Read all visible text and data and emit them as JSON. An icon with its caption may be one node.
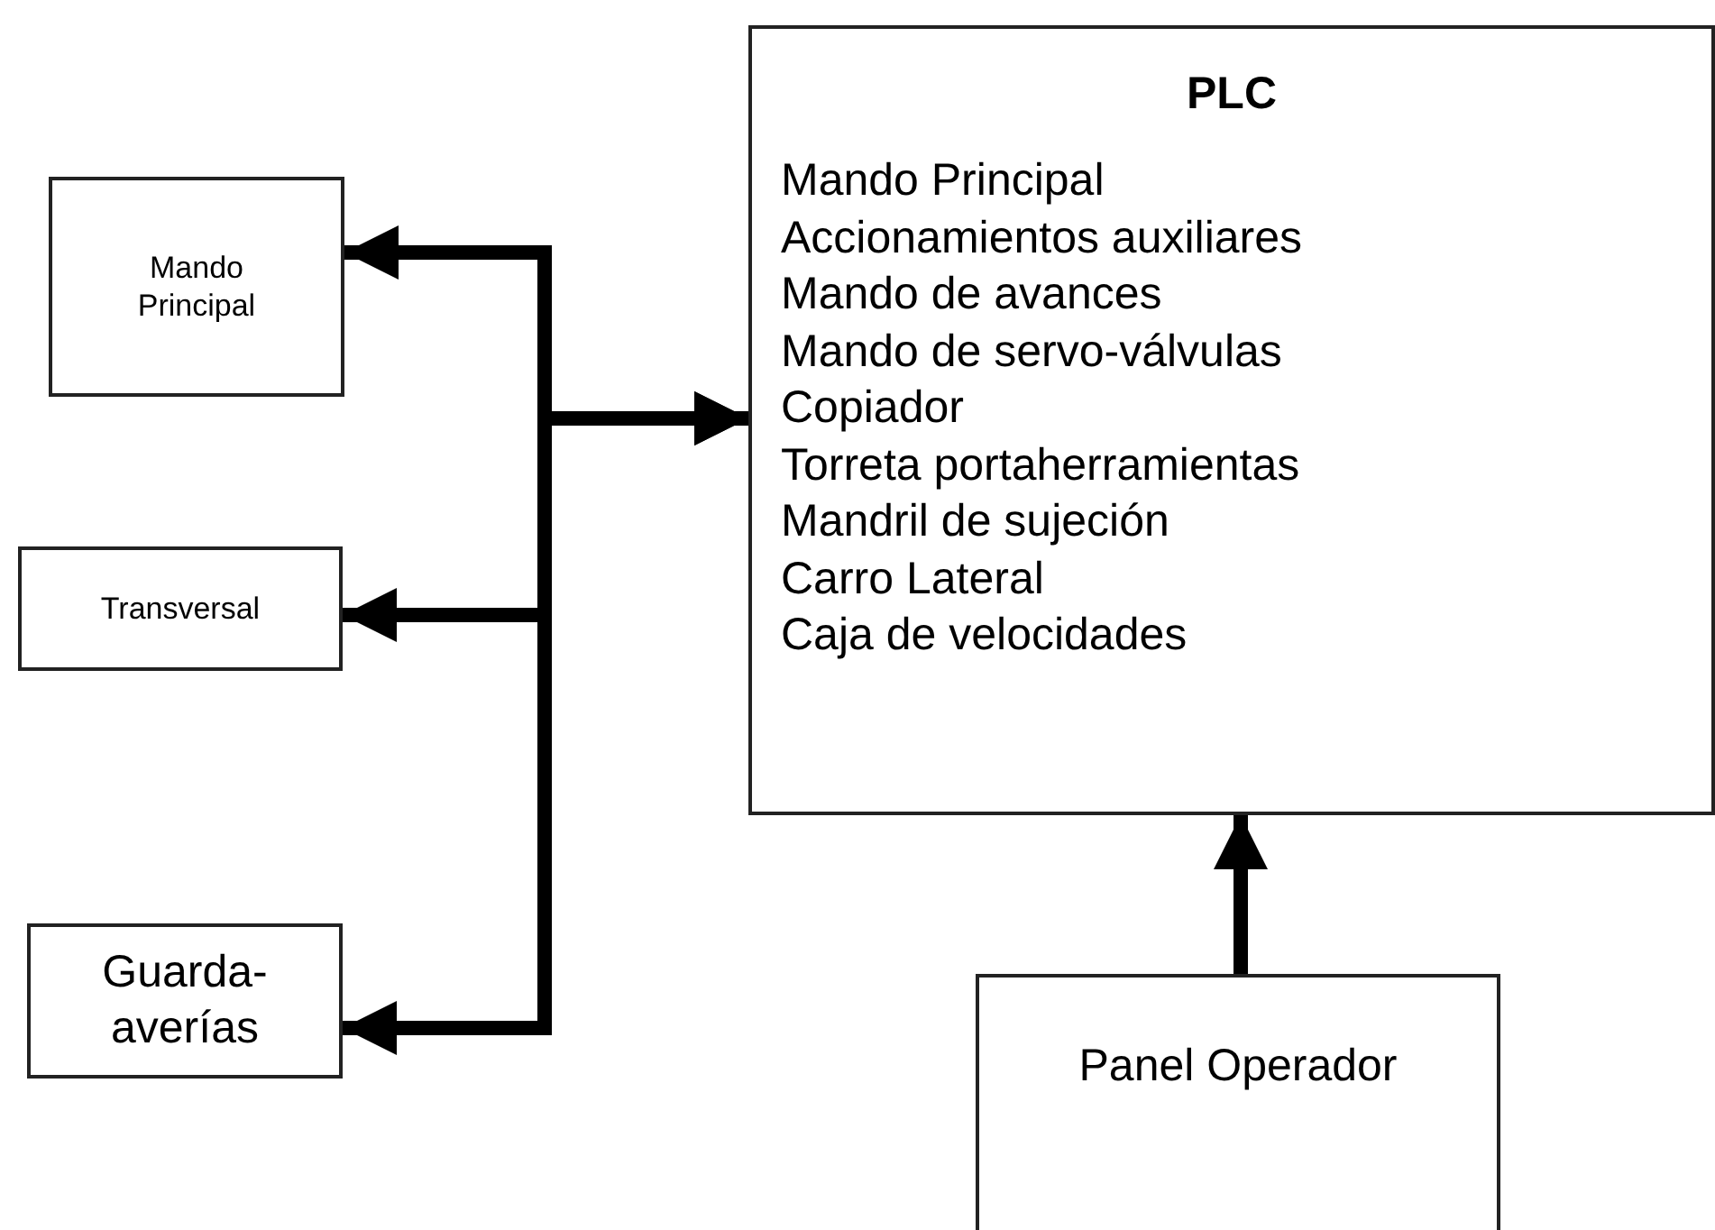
{
  "diagram": {
    "nodes": [
      {
        "text": [
          "Mando Principal"
        ]
      },
      {
        "text": [
          "PLC",
          "Mando Principal",
          "Accionamientos auxiliares",
          "Mando de avances",
          "Mando de servo-válvulas",
          "Copiador",
          "Torreta portaherramientas",
          "Mandril de sujeción",
          "Carro Lateral",
          "Caja de velocidades"
        ]
      },
      {
        "text": [
          "Transversal"
        ]
      },
      {
        "text": [
          "Guarda-averías"
        ]
      },
      {
        "text": [
          "Panel Operador"
        ]
      }
    ],
    "edges": [
      {
        "from": 1,
        "to": 0,
        "arrow": "both"
      },
      {
        "from": 1,
        "to": 2,
        "arrow": "both"
      },
      {
        "from": 1,
        "to": 3,
        "arrow": "both"
      },
      {
        "from": 4,
        "to": 1,
        "arrow": "to"
      }
    ]
  }
}
